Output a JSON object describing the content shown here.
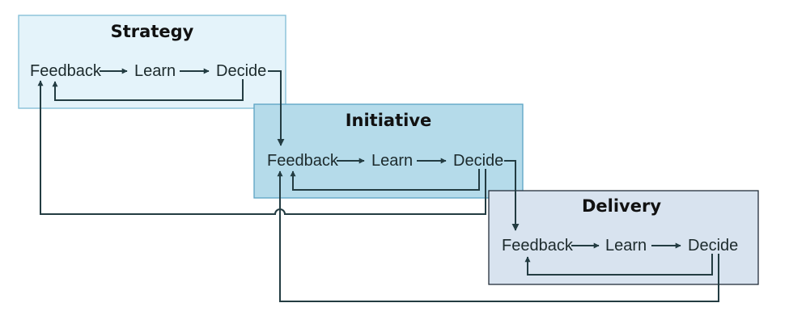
{
  "colors": {
    "strategy_fill": "#e4f3fa",
    "strategy_border": "#7fbcd6",
    "initiative_fill": "#b5dbea",
    "initiative_border": "#5aa3c4",
    "delivery_fill": "#d8e3ef",
    "delivery_border": "#242e3a",
    "connector": "#233c42"
  },
  "boxes": [
    {
      "title": "Strategy",
      "feedback": "Feedback",
      "learn": "Learn",
      "decide": "Decide"
    },
    {
      "title": "Initiative",
      "feedback": "Feedback",
      "learn": "Learn",
      "decide": "Decide"
    },
    {
      "title": "Delivery",
      "feedback": "Feedback",
      "learn": "Learn",
      "decide": "Decide"
    }
  ]
}
